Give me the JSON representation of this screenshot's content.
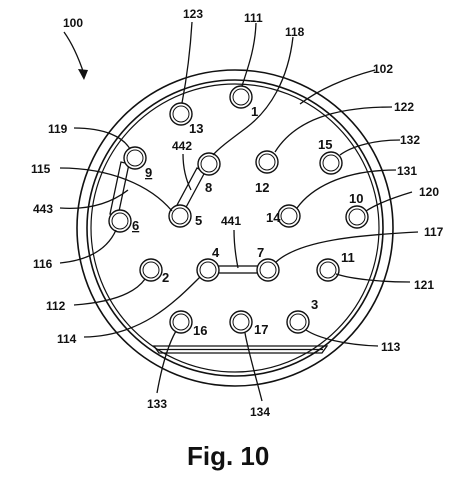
{
  "figure": {
    "caption": "Fig. 10",
    "assembly_label": "100",
    "connector_face": {
      "pins": [
        {
          "num": "1",
          "ref": "111"
        },
        {
          "num": "13",
          "ref": "123"
        },
        {
          "num": "8",
          "ref": "118"
        },
        {
          "num": "12",
          "ref": "122"
        },
        {
          "num": "15",
          "ref": "132"
        },
        {
          "num": "9",
          "ref": "119"
        },
        {
          "num": "5",
          "ref": "115"
        },
        {
          "num": "14",
          "ref": "131"
        },
        {
          "num": "10",
          "ref": "120"
        },
        {
          "num": "6",
          "ref": "116"
        },
        {
          "num": "4",
          "ref": "114"
        },
        {
          "num": "7",
          "ref": "117"
        },
        {
          "num": "11",
          "ref": "121"
        },
        {
          "num": "2",
          "ref": "112"
        },
        {
          "num": "16",
          "ref": "133"
        },
        {
          "num": "17",
          "ref": "134"
        },
        {
          "num": "3",
          "ref": "113"
        }
      ],
      "other_labels": {
        "face": "102",
        "jumper_8_5": "442",
        "jumper_9_6": "443",
        "jumper_4_7": "441"
      }
    }
  }
}
